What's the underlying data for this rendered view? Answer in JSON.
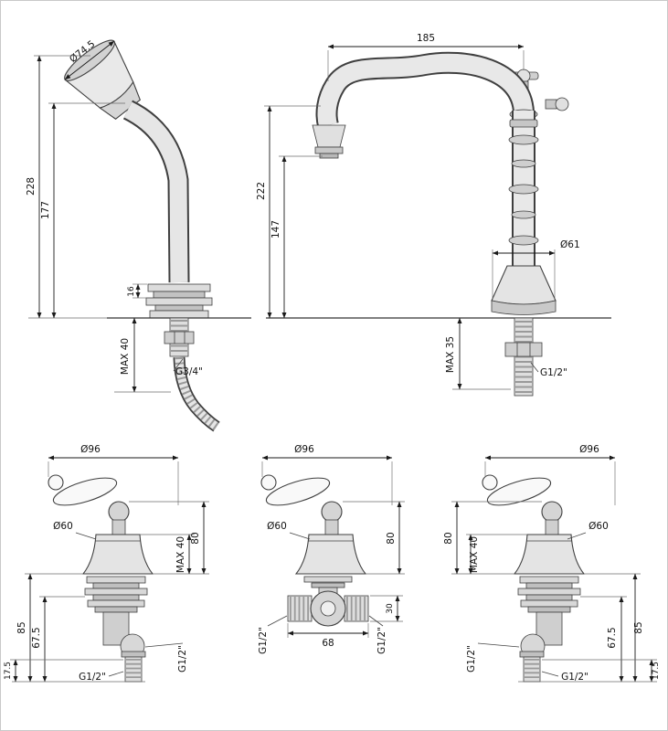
{
  "meta": {
    "drawing_type": "faucet dimensional technical drawing",
    "background_color": "#ffffff",
    "line_color": "#3f3f3f"
  },
  "figures": {
    "hand_shower": {
      "name": "hand shower with hose",
      "dims": {
        "head_diameter": "Ø74.5",
        "total_height": "228",
        "body_height": "177",
        "collar_height": "16",
        "max_deck": "MAX 40",
        "thread": "G3/4\""
      }
    },
    "spout": {
      "name": "column swan-neck spout",
      "dims": {
        "reach": "185",
        "total_height": "222",
        "outlet_height": "147",
        "base_diameter": "Ø61",
        "max_deck": "MAX 35",
        "thread": "G1/2\""
      }
    },
    "valve_left": {
      "name": "side valve with lever (left view)",
      "dims": {
        "handle_diameter": "Ø96",
        "escutcheon_diameter": "Ø60",
        "max_deck": "MAX 40",
        "height_above": "80",
        "body_depth": "85",
        "outlet_depth": "67.5",
        "outlet_offset": "17.5",
        "thread_outlet": "G1/2\"",
        "thread_side": "G1/2\""
      }
    },
    "valve_center": {
      "name": "valve with lever (front view)",
      "dims": {
        "handle_diameter": "Ø96",
        "escutcheon_diameter": "Ø60",
        "height_above": "80",
        "port_height": "30",
        "port_span": "68",
        "thread_left": "G1/2\"",
        "thread_right": "G1/2\""
      }
    },
    "valve_right": {
      "name": "side valve with lever (right view)",
      "dims": {
        "handle_diameter": "Ø96",
        "escutcheon_diameter": "Ø60",
        "max_deck": "MAX 40",
        "height_above": "80",
        "body_depth": "85",
        "outlet_depth": "67.5",
        "outlet_offset": "17.5",
        "thread_outlet": "G1/2\"",
        "thread_side": "G1/2\""
      }
    }
  }
}
